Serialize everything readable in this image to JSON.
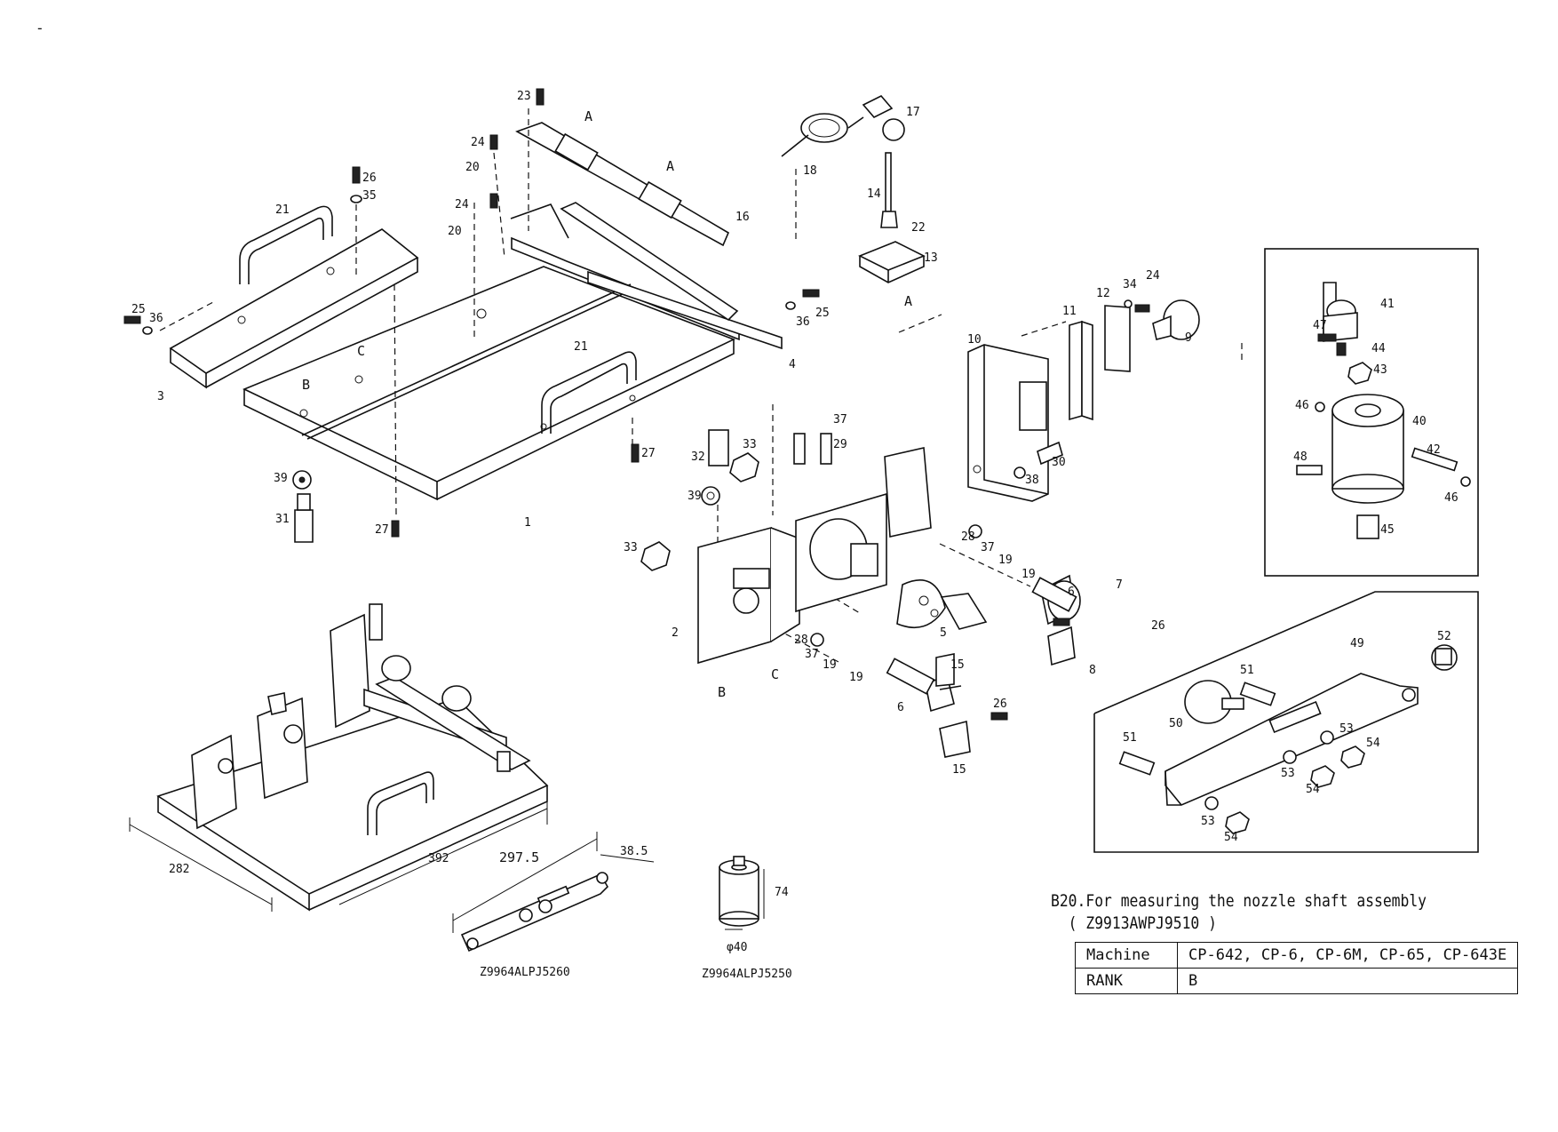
{
  "corner_mark": "-",
  "caption": {
    "line1": "B20.For measuring the nozzle shaft assembly",
    "line2": "( Z9913AWPJ9510 )"
  },
  "table": {
    "rows": [
      {
        "key": "Machine",
        "value": "CP-642, CP-6, CP-6M, CP-65, CP-643E"
      },
      {
        "key": "RANK",
        "value": "B"
      }
    ]
  },
  "sub_parts": {
    "arm_code": "Z9964ALPJ5260",
    "block_code": "Z9964ALPJ5250"
  },
  "dimensions": {
    "base_depth": "282",
    "base_width": "392",
    "arm_length": "297.5",
    "arm_offset": "38.5",
    "block_height": "74",
    "block_diameter": "φ40"
  },
  "section_markers": {
    "a": "A",
    "b": "B",
    "c": "C"
  },
  "callouts": {
    "c1": "1",
    "c2": "2",
    "c3": "3",
    "c4": "4",
    "c5": "5",
    "c6": "6",
    "c7": "7",
    "c8": "8",
    "c9": "9",
    "c10": "10",
    "c11": "11",
    "c12": "12",
    "c13": "13",
    "c14": "14",
    "c15": "15",
    "c16": "16",
    "c17": "17",
    "c18": "18",
    "c19": "19",
    "c20": "20",
    "c21": "21",
    "c22": "22",
    "c23": "23",
    "c24": "24",
    "c25": "25",
    "c26": "26",
    "c27": "27",
    "c28": "28",
    "c29": "29",
    "c30": "30",
    "c31": "31",
    "c32": "32",
    "c33": "33",
    "c34": "34",
    "c35": "35",
    "c36": "36",
    "c37": "37",
    "c38": "38",
    "c39": "39",
    "c40": "40",
    "c41": "41",
    "c42": "42",
    "c43": "43",
    "c44": "44",
    "c45": "45",
    "c46": "46",
    "c47": "47",
    "c48": "48",
    "c49": "49",
    "c50": "50",
    "c51": "51",
    "c52": "52",
    "c53": "53",
    "c54": "54"
  }
}
